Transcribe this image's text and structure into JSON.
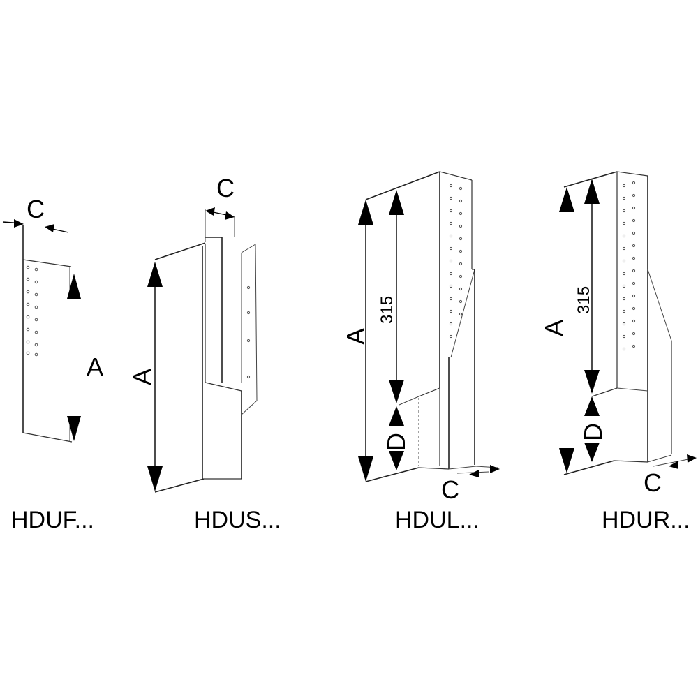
{
  "products": [
    {
      "name": "HDUF...",
      "dim_a": "A",
      "dim_c": "C"
    },
    {
      "name": "HDUS...",
      "dim_a": "A",
      "dim_c": "C"
    },
    {
      "name": "HDUL...",
      "dim_a": "A",
      "dim_c": "C",
      "dim_d": "D",
      "value_a": "315"
    },
    {
      "name": "HDUR...",
      "dim_a": "A",
      "dim_c": "C",
      "dim_d": "D",
      "value_a": "315"
    }
  ]
}
